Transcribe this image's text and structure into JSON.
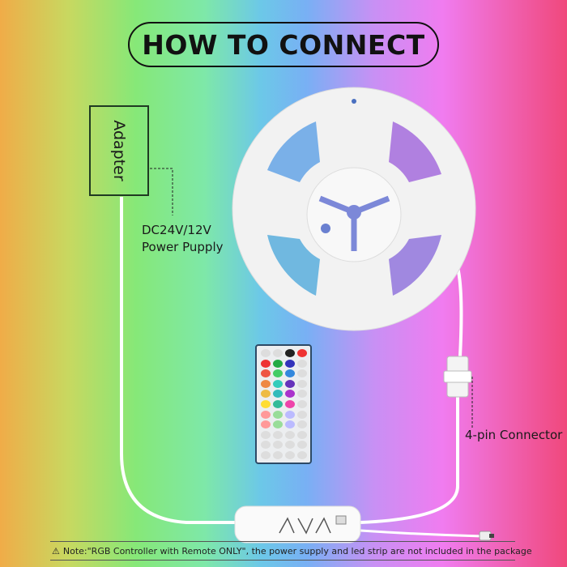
{
  "title": "HOW TO CONNECT",
  "adapter": {
    "label": "Adapter"
  },
  "power": {
    "line1": "DC24V/12V",
    "line2": "Power Pupply"
  },
  "connector": {
    "label": "4-pin Connector"
  },
  "note": {
    "icon": "warning-icon",
    "text": "Note:\"RGB Controller with Remote ONLY\", the power supply and led strip are not included in the package"
  },
  "colors": {
    "outline": "#111111",
    "cable": "#ffffff",
    "reel": "#f4f4f4"
  }
}
